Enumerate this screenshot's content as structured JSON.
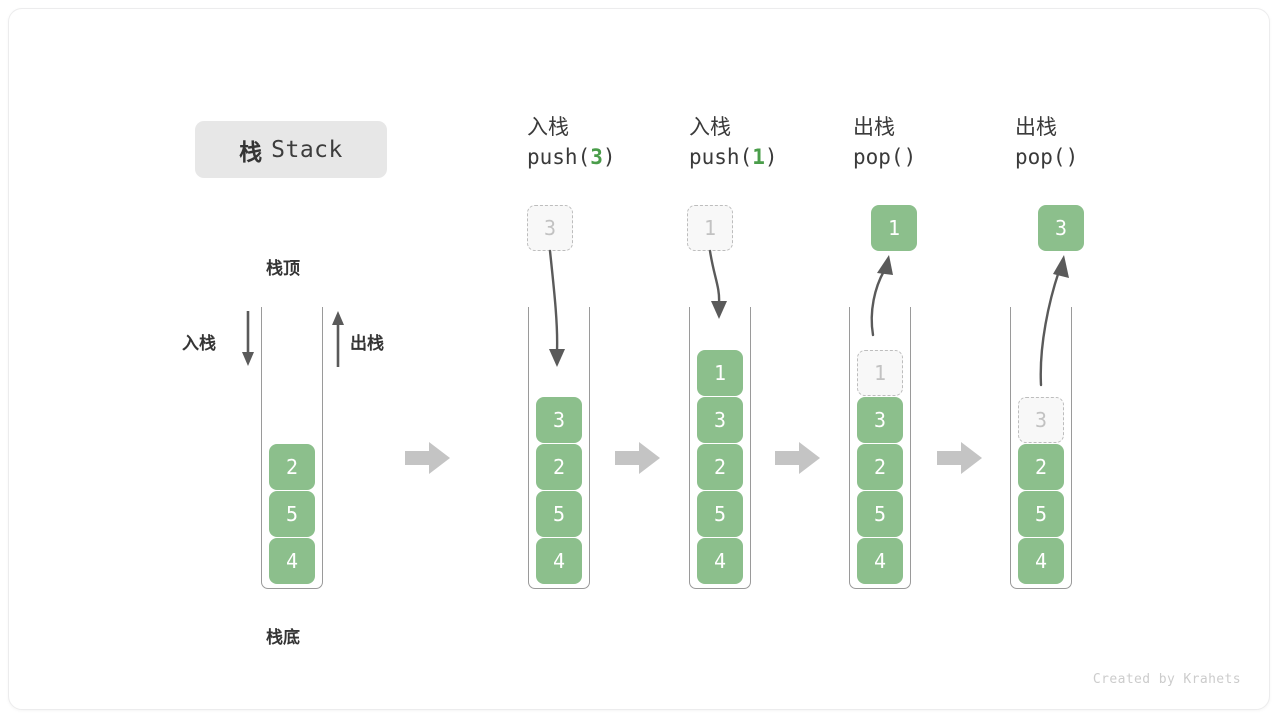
{
  "title": {
    "cn": "栈",
    "en": "Stack"
  },
  "labels": {
    "top": "栈顶",
    "bottom": "栈底",
    "push": "入栈",
    "pop": "出栈"
  },
  "credit": "Created by Krahets",
  "colors": {
    "cell_green": "#8cbf8c",
    "arg_green": "#4a9d4a",
    "ghost_fill": "#f8f8f8",
    "ghost_border": "#bdbdbd",
    "badge_bg": "#e7e7e7",
    "arrow_gray": "#5a5a5a",
    "step_arrow_gray": "#c4c4c4",
    "container_stroke": "#9a9a9a"
  },
  "columns": [
    {
      "id": "initial",
      "head_line1": "",
      "head_line2": "",
      "arg": "",
      "cells": [
        "2",
        "5",
        "4"
      ],
      "ghost_index": -1,
      "float_cell": null
    },
    {
      "id": "push-3",
      "head_line1": "入栈",
      "head_prefix": "push(",
      "arg": "3",
      "head_suffix": ")",
      "cells": [
        "3",
        "2",
        "5",
        "4"
      ],
      "ghost_index": -1,
      "float_cell": {
        "value": "3",
        "style": "ghost"
      }
    },
    {
      "id": "push-1",
      "head_line1": "入栈",
      "head_prefix": "push(",
      "arg": "1",
      "head_suffix": ")",
      "cells": [
        "1",
        "3",
        "2",
        "5",
        "4"
      ],
      "ghost_index": -1,
      "float_cell": {
        "value": "1",
        "style": "ghost"
      }
    },
    {
      "id": "pop-1",
      "head_line1": "出栈",
      "head_prefix": "pop(",
      "arg": "",
      "head_suffix": ")",
      "cells": [
        "1",
        "3",
        "2",
        "5",
        "4"
      ],
      "ghost_index": 0,
      "float_cell": {
        "value": "1",
        "style": "solid"
      }
    },
    {
      "id": "pop-3",
      "head_line1": "出栈",
      "head_prefix": "pop(",
      "arg": "",
      "head_suffix": ")",
      "cells": [
        "3",
        "2",
        "5",
        "4"
      ],
      "ghost_index": 0,
      "float_cell": {
        "value": "3",
        "style": "solid"
      }
    }
  ]
}
